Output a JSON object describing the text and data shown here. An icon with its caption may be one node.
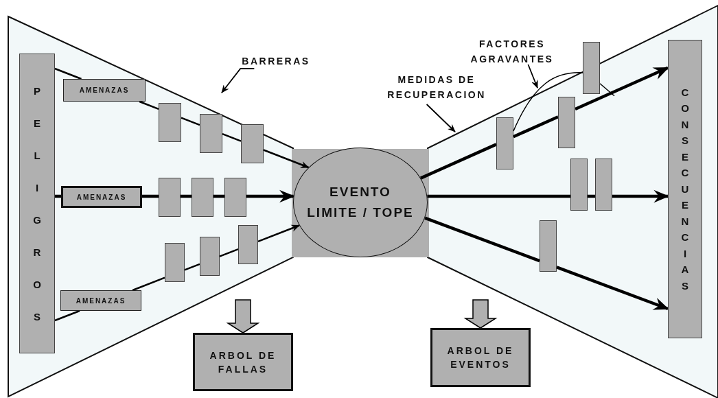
{
  "diagram": {
    "nodes": [
      {
        "text": [
          "PELIGROS"
        ]
      },
      {
        "text": [
          "AMENAZAS"
        ]
      },
      {
        "text": [
          "AMENAZAS"
        ]
      },
      {
        "text": [
          "AMENAZAS"
        ]
      },
      {
        "text": [
          "EVENTO LIMITE / TOPE"
        ]
      },
      {
        "text": [
          "CONSECUENCIAS"
        ]
      },
      {
        "text": [
          "ARBOL DE FALLAS"
        ]
      },
      {
        "text": [
          "ARBOL DE EVENTOS"
        ]
      },
      {
        "text": [
          "BARRERAS"
        ]
      },
      {
        "text": [
          "MEDIDAS DE RECUPERACION"
        ]
      },
      {
        "text": [
          "FACTORES AGRAVANTES"
        ]
      },
      {
        "text": [],
        "shape": "bar"
      },
      {
        "text": [],
        "shape": "bar"
      },
      {
        "text": [],
        "shape": "bar"
      },
      {
        "text": [],
        "shape": "bar"
      },
      {
        "text": [],
        "shape": "bar"
      },
      {
        "text": [],
        "shape": "bar"
      },
      {
        "text": [],
        "shape": "bar"
      },
      {
        "text": [],
        "shape": "bar"
      },
      {
        "text": [],
        "shape": "bar"
      },
      {
        "text": [],
        "shape": "bar"
      },
      {
        "text": [],
        "shape": "bar"
      },
      {
        "text": [],
        "shape": "bar"
      },
      {
        "text": [],
        "shape": "bar"
      },
      {
        "text": [],
        "shape": "bar"
      },
      {
        "text": [],
        "shape": "bar"
      }
    ],
    "edges": [
      {
        "from": 0,
        "to": 1,
        "arrow": "none"
      },
      {
        "from": 1,
        "to": 11,
        "arrow": "none"
      },
      {
        "from": 11,
        "to": 12,
        "arrow": "none"
      },
      {
        "from": 12,
        "to": 13,
        "arrow": "none"
      },
      {
        "from": 13,
        "to": 4,
        "arrow": "to"
      },
      {
        "from": 0,
        "to": 2,
        "arrow": "none",
        "style": "thick"
      },
      {
        "from": 2,
        "to": 14,
        "arrow": "none",
        "style": "thick"
      },
      {
        "from": 14,
        "to": 15,
        "arrow": "none",
        "style": "thick"
      },
      {
        "from": 15,
        "to": 16,
        "arrow": "none",
        "style": "thick"
      },
      {
        "from": 16,
        "to": 4,
        "arrow": "to",
        "style": "thick"
      },
      {
        "from": 0,
        "to": 3,
        "arrow": "none"
      },
      {
        "from": 3,
        "to": 17,
        "arrow": "none"
      },
      {
        "from": 17,
        "to": 18,
        "arrow": "none"
      },
      {
        "from": 18,
        "to": 19,
        "arrow": "none"
      },
      {
        "from": 19,
        "to": 4,
        "arrow": "to"
      },
      {
        "from": 4,
        "to": 20,
        "arrow": "none",
        "style": "thick"
      },
      {
        "from": 20,
        "to": 21,
        "arrow": "none",
        "style": "thick"
      },
      {
        "from": 21,
        "to": 5,
        "arrow": "to",
        "style": "thick"
      },
      {
        "from": 4,
        "to": 23,
        "arrow": "none",
        "style": "thick"
      },
      {
        "from": 23,
        "to": 24,
        "arrow": "none",
        "style": "thick"
      },
      {
        "from": 24,
        "to": 5,
        "arrow": "to",
        "style": "thick"
      },
      {
        "from": 4,
        "to": 25,
        "arrow": "none",
        "style": "thick"
      },
      {
        "from": 25,
        "to": 5,
        "arrow": "to",
        "style": "thick"
      },
      {
        "from": null,
        "to": 6,
        "arrow": "to"
      },
      {
        "from": null,
        "to": 7,
        "arrow": "to"
      },
      {
        "from": 8,
        "to": null,
        "arrow": "to"
      },
      {
        "from": 9,
        "to": null,
        "arrow": "to"
      },
      {
        "from": 10,
        "to": null,
        "arrow": "to"
      },
      {
        "from": 20,
        "to": 22,
        "arrow": "none"
      },
      {
        "from": 22,
        "to": null,
        "arrow": "none"
      }
    ]
  }
}
